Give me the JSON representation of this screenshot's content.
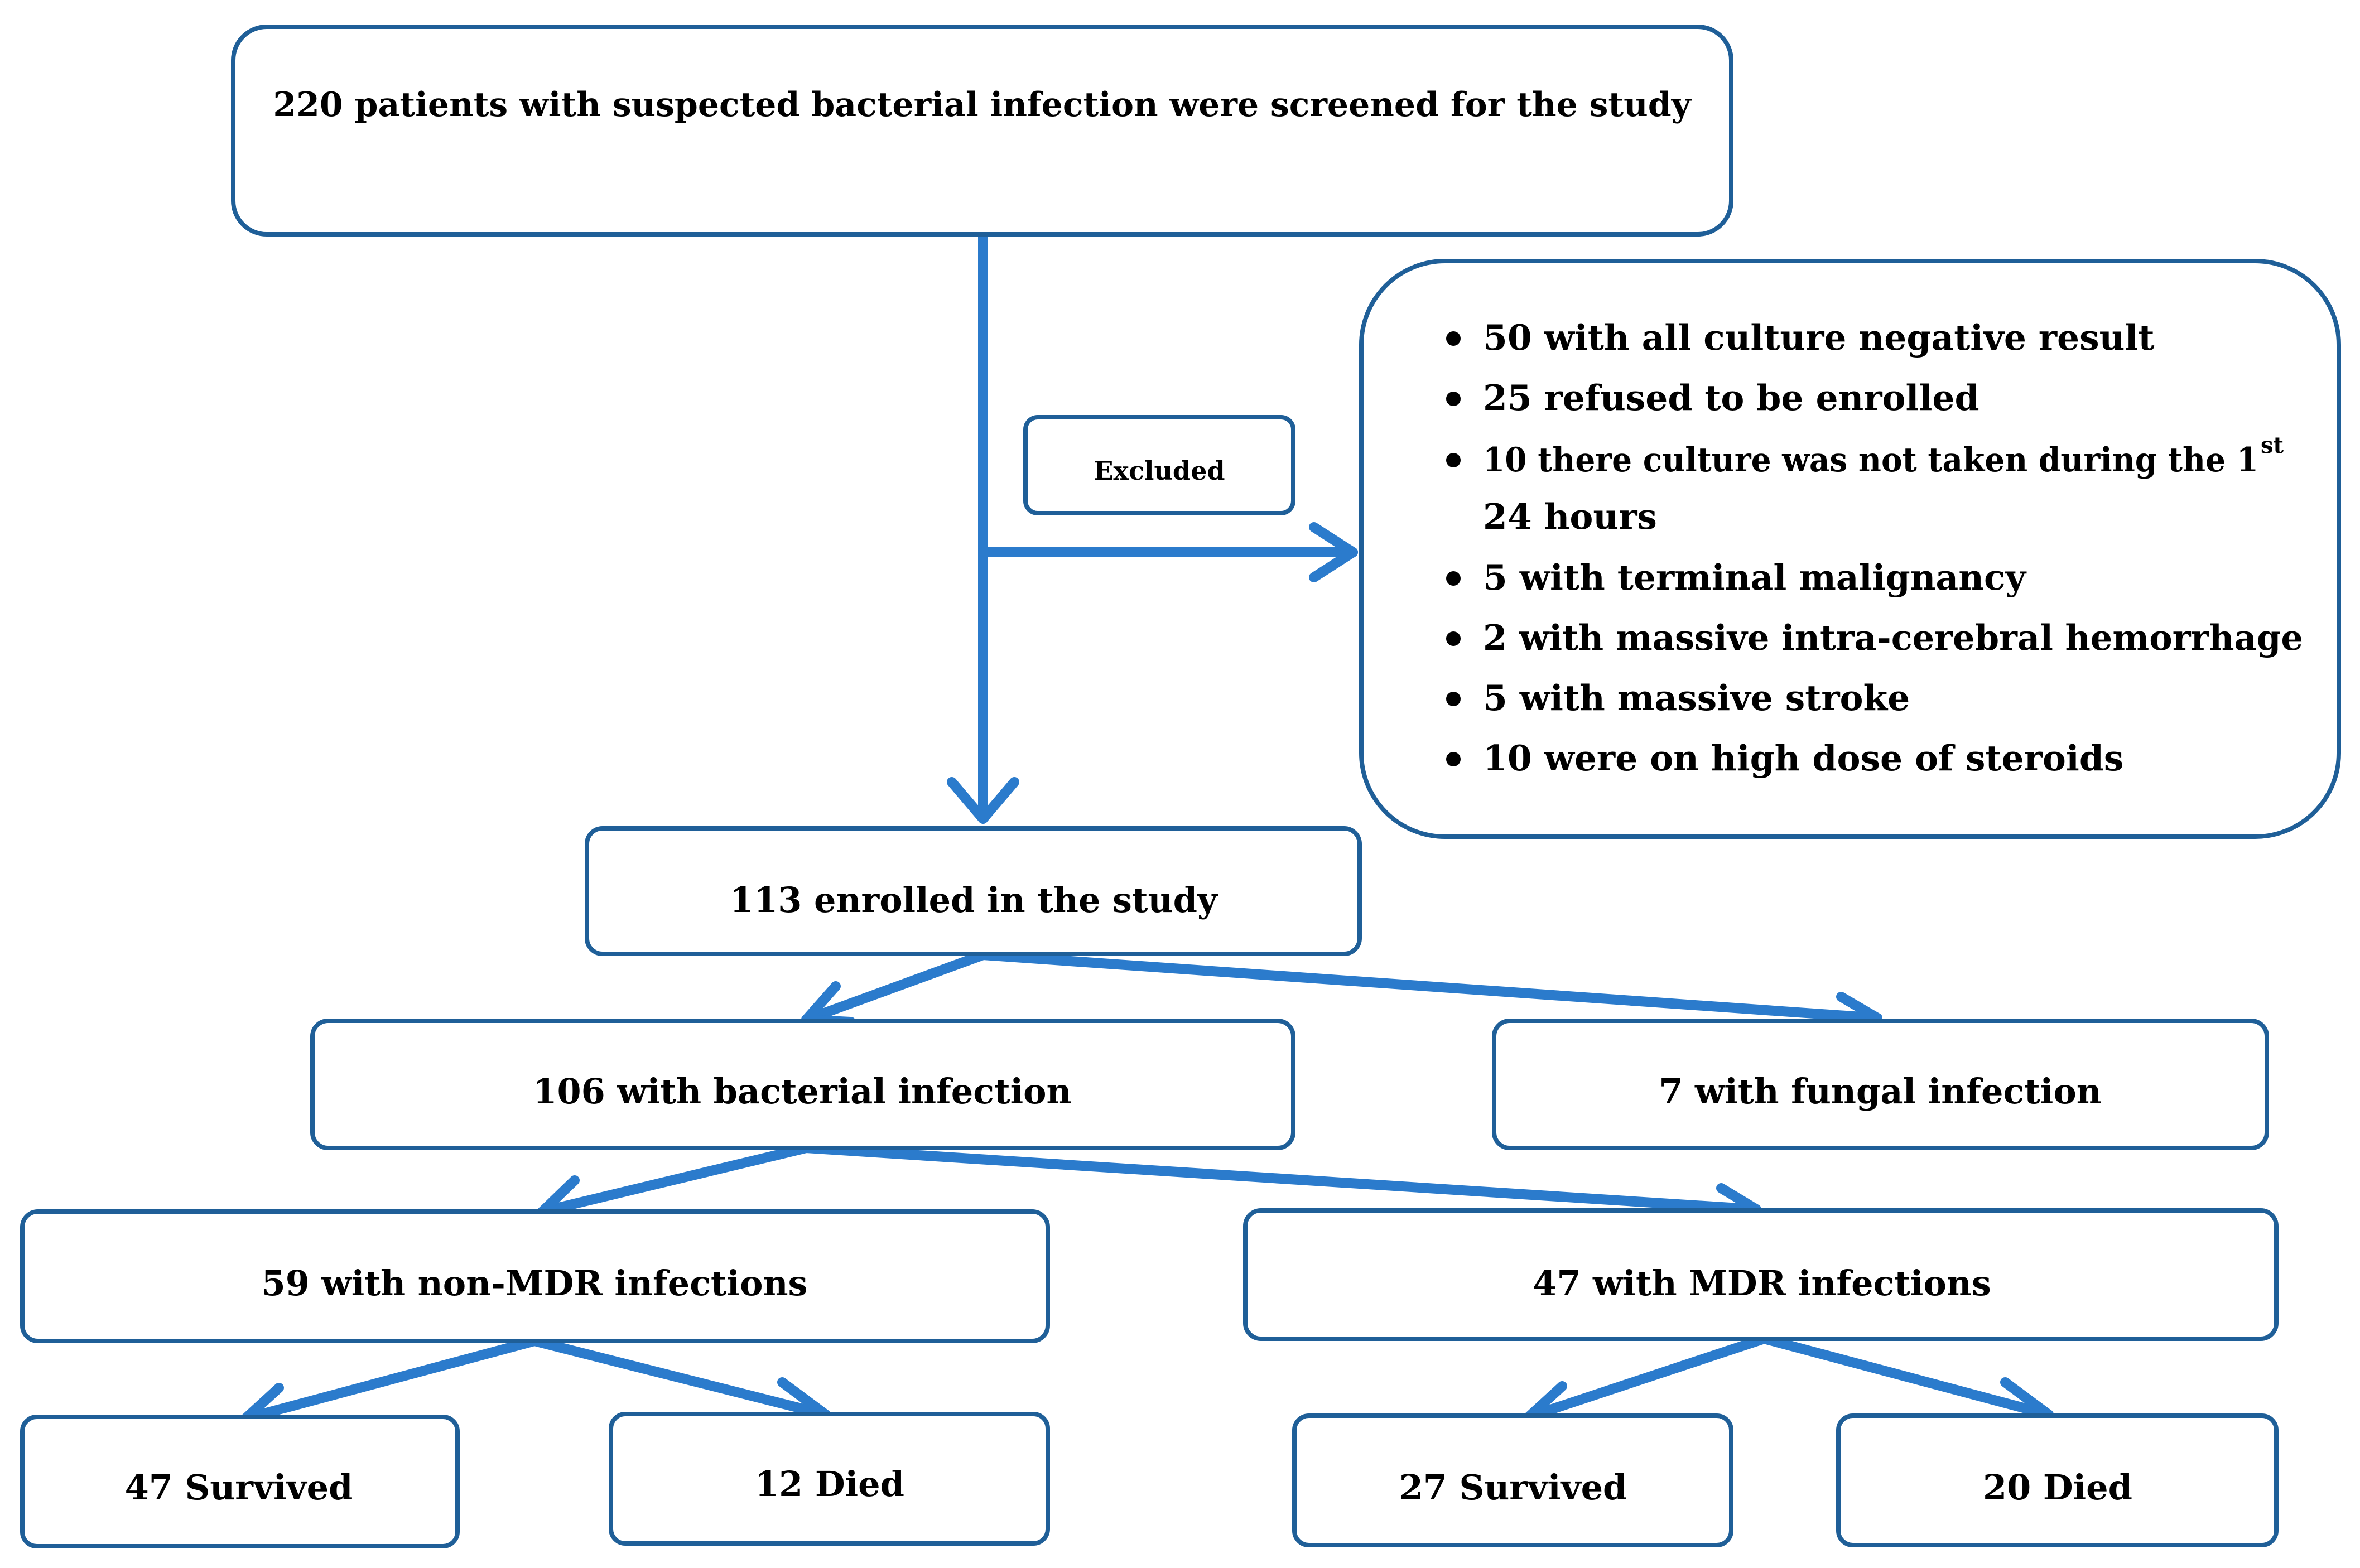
{
  "colors": {
    "box_stroke": "#1f5f98",
    "arrow": "#2b7bcc",
    "text": "#000000",
    "background": "#ffffff"
  },
  "screening": {
    "text": "220 patients with suspected bacterial infection were screened for the study"
  },
  "excluded": {
    "label": "Excluded",
    "items": [
      {
        "text": "50 with all culture negative result"
      },
      {
        "text": "25 refused to be enrolled"
      },
      {
        "text": "10 there culture was not taken during the 1",
        "sup": "st",
        "cont": "24 hours"
      },
      {
        "text": "5 with terminal malignancy"
      },
      {
        "text": "2 with massive intra-cerebral hemorrhage"
      },
      {
        "text": "5 with massive stroke"
      },
      {
        "text": "10 were on high dose of steroids"
      }
    ]
  },
  "enrolled": {
    "text": "113 enrolled in the study"
  },
  "bacterial": {
    "text": "106 with bacterial infection"
  },
  "fungal": {
    "text": "7 with fungal infection"
  },
  "non_mdr": {
    "text": "59 with non-MDR infections"
  },
  "mdr": {
    "text": "47 with MDR infections"
  },
  "non_mdr_survived": {
    "text": "47 Survived"
  },
  "non_mdr_died": {
    "text": "12 Died"
  },
  "mdr_survived": {
    "text": "27 Survived"
  },
  "mdr_died": {
    "text": "20 Died"
  }
}
